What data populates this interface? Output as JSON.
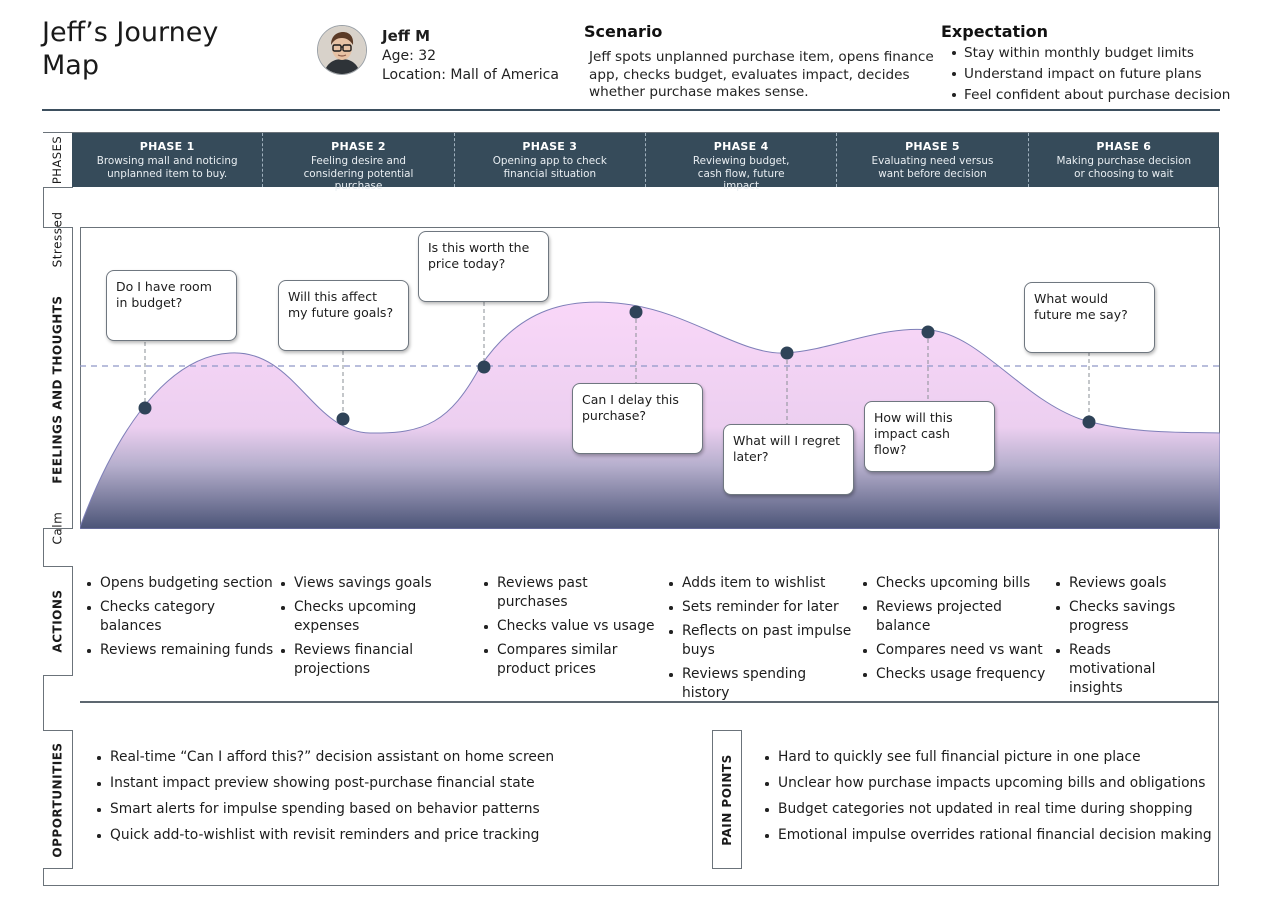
{
  "header": {
    "title": "Jeff’s Journey Map",
    "persona": {
      "name": "Jeff M",
      "age": "Age: 32",
      "location": "Location: Mall of America",
      "avatar_icon": "person-photo-icon"
    },
    "scenario": {
      "heading": "Scenario",
      "text": "Jeff spots unplanned purchase item, opens finance app, checks budget, evaluates impact, decides whether purchase makes sense."
    },
    "expectation": {
      "heading": "Expectation",
      "items": [
        "Stay within monthly budget limits",
        "Understand impact on future plans",
        "Feel confident about purchase decision"
      ]
    }
  },
  "rows": {
    "phases": "PHASES",
    "feelings": "FEELINGS AND THOUGHTS",
    "stressed": "Stressed",
    "calm": "Calm",
    "actions": "ACTIONS",
    "opportunities": "OPPORTUNITIES",
    "pain_points": "PAIN POINTS"
  },
  "phases": [
    {
      "title": "PHASE 1",
      "desc": "Browsing mall and noticing unplanned item to buy."
    },
    {
      "title": "PHASE 2",
      "desc": "Feeling desire and considering potential purchase"
    },
    {
      "title": "PHASE 3",
      "desc": "Opening app to check financial situation"
    },
    {
      "title": "PHASE 4",
      "desc": "Reviewing budget, cash flow, future impact"
    },
    {
      "title": "PHASE 5",
      "desc": "Evaluating need versus want before decision"
    },
    {
      "title": "PHASE 6",
      "desc": "Making purchase decision or choosing to wait"
    }
  ],
  "thoughts": [
    "Do I have room in budget?",
    "Will this affect my future goals?",
    "Is this worth the price today?",
    "Can I delay this purchase?",
    "What will I regret later?",
    "How will this impact cash flow?",
    "What would future me say?"
  ],
  "colors": {
    "phase_bar": "#364b5a",
    "curve_top": "#f7d6f6",
    "curve_bottom": "#4c5578",
    "dot": "#2f4358",
    "baseline": "#8f98c8"
  },
  "actions": [
    [
      "Opens budgeting section",
      "Checks category balances",
      "Reviews remaining funds"
    ],
    [
      "Views savings goals",
      "Checks upcoming expenses",
      "Reviews financial projections"
    ],
    [
      "Reviews past purchases",
      "Checks value vs usage",
      "Compares similar product prices"
    ],
    [
      "Adds item to wishlist",
      "Sets reminder for later",
      "Reflects on past impulse buys",
      "Reviews spending history"
    ],
    [
      "Checks upcoming bills",
      "Reviews projected balance",
      "Compares need vs want",
      "Checks usage frequency"
    ],
    [
      "Reviews goals",
      "Checks savings progress",
      "Reads motivational insights"
    ]
  ],
  "opportunities": [
    "Real-time “Can I afford this?” decision assistant on home screen",
    "Instant impact preview showing post-purchase financial state",
    "Smart alerts for impulse spending based on behavior patterns",
    "Quick add-to-wishlist with revisit reminders and price tracking"
  ],
  "pain_points": [
    "Hard to quickly see full financial picture in one place",
    "Unclear how purchase impacts upcoming bills and obligations",
    "Budget categories not updated in real time during shopping",
    "Emotional impulse overrides rational financial decision making"
  ]
}
